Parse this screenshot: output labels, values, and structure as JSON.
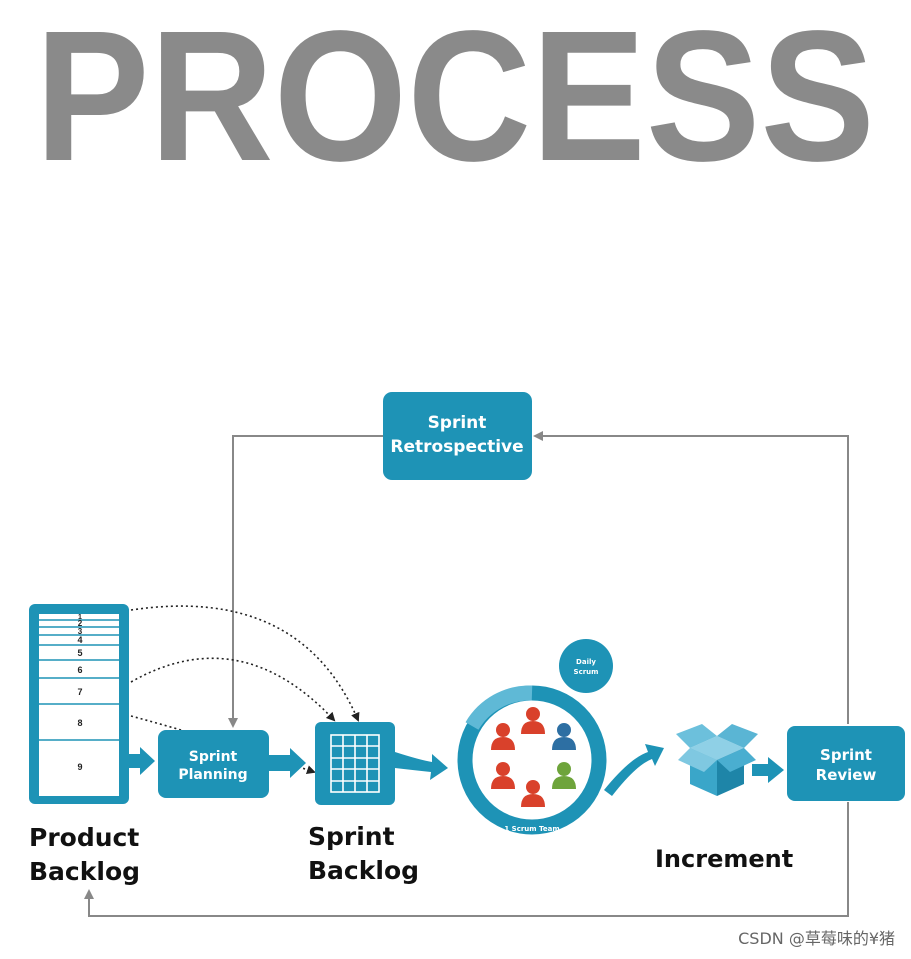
{
  "title": "PROCESS",
  "colors": {
    "accent": "#1e93b6",
    "accent_dark": "#157d9c",
    "title_gray": "#8a8a8a",
    "line_gray": "#888888",
    "person_red": "#d9412b",
    "person_blue": "#2d6fa3",
    "person_green": "#6ea43b"
  },
  "product_backlog": {
    "label_line1": "Product",
    "label_line2": "Backlog",
    "rows": [
      "1",
      "2",
      "3",
      "4",
      "5",
      "6",
      "7",
      "8",
      "9"
    ]
  },
  "sprint_planning": {
    "line1": "Sprint",
    "line2": "Planning"
  },
  "sprint_backlog": {
    "line1": "Sprint",
    "line2": "Backlog"
  },
  "sprint_retrospective": {
    "line1": "Sprint",
    "line2": "Retrospective"
  },
  "daily_scrum": {
    "line1": "Daily",
    "line2": "Scrum"
  },
  "scrum_team": {
    "label": "1 Scrum Team"
  },
  "increment": {
    "label": "Increment"
  },
  "sprint_review": {
    "line1": "Sprint",
    "line2": "Review"
  },
  "watermark": "CSDN @草莓味的¥猪"
}
